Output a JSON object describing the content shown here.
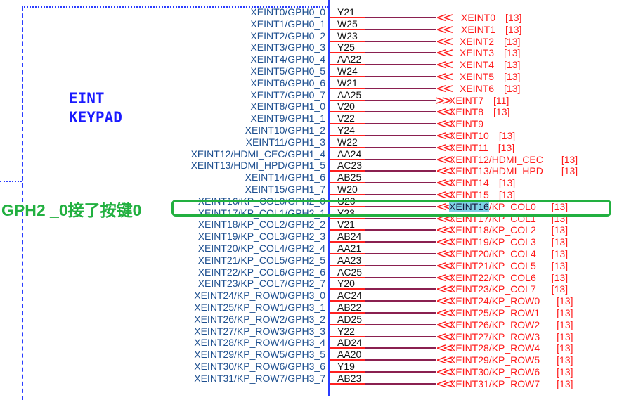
{
  "block_titles": [
    "EINT",
    "KEYPAD"
  ],
  "annotation": "GPH2 _0接了按键0",
  "highlighted_row": 16,
  "highlighted_net_part": "XEINT16",
  "colors": {
    "border": "#2a3cff",
    "pin_text": "#1d4f8f",
    "net_text": "#ff1a1a",
    "annotation": "#22b040",
    "highlight": "#7fd3e6"
  },
  "rows": [
    {
      "pin": "XEINT0/GPH0_0",
      "ball": "Y21",
      "net": "XEINT0",
      "ref": "[13]",
      "dir": "in"
    },
    {
      "pin": "XEINT1/GPH0_1",
      "ball": "W25",
      "net": "XEINT1",
      "ref": "[13]",
      "dir": "in"
    },
    {
      "pin": "XEINT2/GPH0_2",
      "ball": "W23",
      "net": "XEINT2",
      "ref": "[13]",
      "dir": "in"
    },
    {
      "pin": "XEINT3/GPH0_3",
      "ball": "Y25",
      "net": "XEINT3",
      "ref": "[13]",
      "dir": "in"
    },
    {
      "pin": "XEINT4/GPH0_4",
      "ball": "AA22",
      "net": "XEINT4",
      "ref": "[13]",
      "dir": "in"
    },
    {
      "pin": "XEINT5/GPH0_5",
      "ball": "W24",
      "net": "XEINT5",
      "ref": "[13]",
      "dir": "in"
    },
    {
      "pin": "XEINT6/GPH0_6",
      "ball": "W21",
      "net": "XEINT6",
      "ref": "[13]",
      "dir": "in"
    },
    {
      "pin": "XEINT7/GPH0_7",
      "ball": "AA25",
      "net": "XEINT7",
      "ref": "[11]",
      "dir": "out"
    },
    {
      "pin": "XEINT8/GPH1_0",
      "ball": "V20",
      "net": "XEINT8",
      "ref": "[13]",
      "dir": "in"
    },
    {
      "pin": "XEINT9/GPH1_1",
      "ball": "V22",
      "net": "XEINT9",
      "ref": "",
      "dir": "in"
    },
    {
      "pin": "XEINT10/GPH1_2",
      "ball": "Y24",
      "net": "XEINT10",
      "ref": "[13]",
      "dir": "in"
    },
    {
      "pin": "XEINT11/GPH1_3",
      "ball": "W22",
      "net": "XEINT11",
      "ref": "[13]",
      "dir": "in"
    },
    {
      "pin": "XEINT12/HDMI_CEC/GPH1_4",
      "ball": "AA24",
      "net": "XEINT12/HDMI_CEC",
      "ref": "[13]",
      "dir": "in"
    },
    {
      "pin": "XEINT13/HDMI_HPD/GPH1_5",
      "ball": "AC23",
      "net": "XEINT13/HDMI_HPD",
      "ref": "[13]",
      "dir": "in"
    },
    {
      "pin": "XEINT14/GPH1_6",
      "ball": "AB25",
      "net": "XEINT14",
      "ref": "[13]",
      "dir": "in"
    },
    {
      "pin": "XEINT15/GPH1_7",
      "ball": "W20",
      "net": "XEINT15",
      "ref": "[13]",
      "dir": "in"
    },
    {
      "pin": "XEINT16/KP_COL0/GPH2_0",
      "ball": "U20",
      "net": "/KP_COL0",
      "ref": "[13]",
      "dir": "in"
    },
    {
      "pin": "XEINT17/KP_COL1/GPH2_1",
      "ball": "Y23",
      "net": "XEINT17/KP_COL1",
      "ref": "[13]",
      "dir": "in"
    },
    {
      "pin": "XEINT18/KP_COL2/GPH2_2",
      "ball": "V21",
      "net": "XEINT18/KP_COL2",
      "ref": "[13]",
      "dir": "in"
    },
    {
      "pin": "XEINT19/KP_COL3/GPH2_3",
      "ball": "AB24",
      "net": "XEINT19/KP_COL3",
      "ref": "[13]",
      "dir": "in"
    },
    {
      "pin": "XEINT20/KP_COL4/GPH2_4",
      "ball": "AA21",
      "net": "XEINT20/KP_COL4",
      "ref": "[13]",
      "dir": "in"
    },
    {
      "pin": "XEINT21/KP_COL5/GPH2_5",
      "ball": "AA23",
      "net": "XEINT21/KP_COL5",
      "ref": "[13]",
      "dir": "in"
    },
    {
      "pin": "XEINT22/KP_COL6/GPH2_6",
      "ball": "AC25",
      "net": "XEINT22/KP_COL6",
      "ref": "[13]",
      "dir": "in"
    },
    {
      "pin": "XEINT23/KP_COL7/GPH2_7",
      "ball": "Y20",
      "net": "XEINT23/KP_COL7",
      "ref": "[13]",
      "dir": "in"
    },
    {
      "pin": "XEINT24/KP_ROW0/GPH3_0",
      "ball": "AC24",
      "net": "XEINT24/KP_ROW0",
      "ref": "[13]",
      "dir": "in"
    },
    {
      "pin": "XEINT25/KP_ROW1/GPH3_1",
      "ball": "AB22",
      "net": "XEINT25/KP_ROW1",
      "ref": "[13]",
      "dir": "in"
    },
    {
      "pin": "XEINT26/KP_ROW2/GPH3_2",
      "ball": "AD25",
      "net": "XEINT26/KP_ROW2",
      "ref": "[13]",
      "dir": "in"
    },
    {
      "pin": "XEINT27/KP_ROW3/GPH3_3",
      "ball": "Y22",
      "net": "XEINT27/KP_ROW3",
      "ref": "[13]",
      "dir": "in"
    },
    {
      "pin": "XEINT28/KP_ROW4/GPH3_4",
      "ball": "AD24",
      "net": "XEINT28/KP_ROW4",
      "ref": "[13]",
      "dir": "in"
    },
    {
      "pin": "XEINT29/KP_ROW5/GPH3_5",
      "ball": "AA20",
      "net": "XEINT29/KP_ROW5",
      "ref": "[13]",
      "dir": "in"
    },
    {
      "pin": "XEINT30/KP_ROW6/GPH3_6",
      "ball": "Y19",
      "net": "XEINT30/KP_ROW6",
      "ref": "[13]",
      "dir": "in"
    },
    {
      "pin": "XEINT31/KP_ROW7/GPH3_7",
      "ball": "AB23",
      "net": "XEINT31/KP_ROW7",
      "ref": "[13]",
      "dir": "in"
    }
  ]
}
